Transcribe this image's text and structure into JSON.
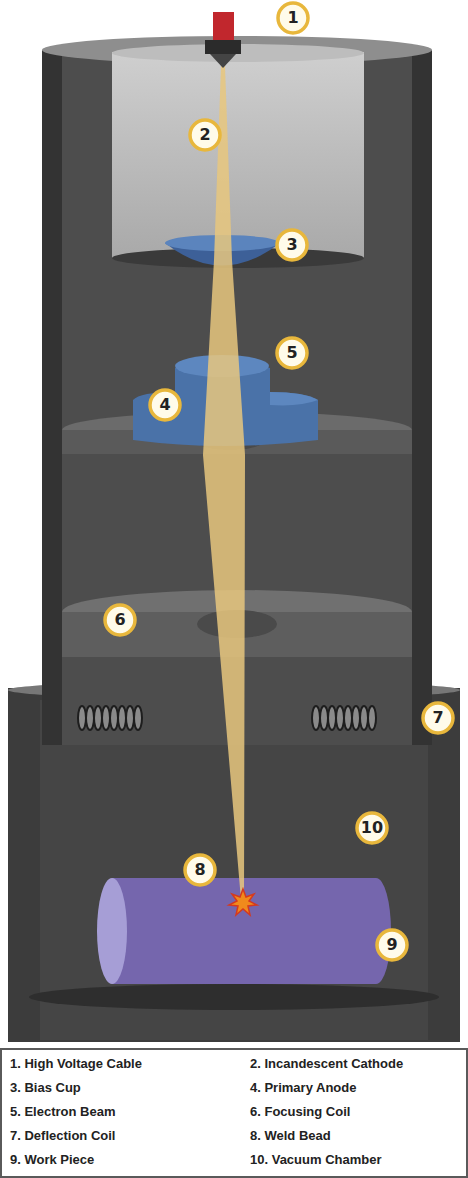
{
  "diagram": {
    "labels": [
      "1",
      "2",
      "3",
      "4",
      "5",
      "6",
      "7",
      "8",
      "9",
      "10",
      "1. High Voltage Cable",
      "2. Incandescent Cathode",
      "3. Bias Cup",
      "4. Primary Anode",
      "5. Electron Beam",
      "6. Focusing Coil",
      "7. Deflection Coil",
      "8. Weld Bead",
      "9. Work Piece",
      "10. Vacuum Chamber"
    ]
  }
}
